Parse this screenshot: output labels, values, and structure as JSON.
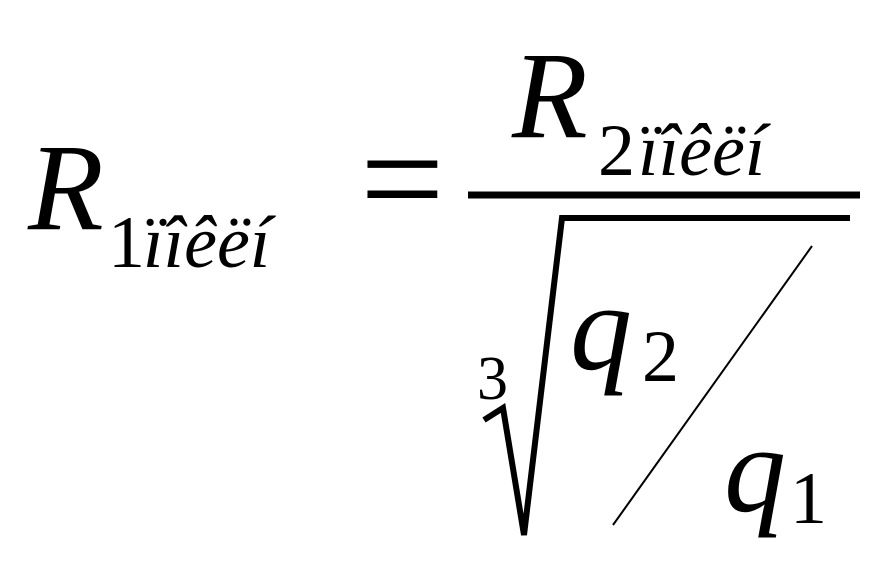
{
  "formula": {
    "lhs": {
      "symbol": "R",
      "subscript_number": "1",
      "subscript_text": "ïîêëí"
    },
    "equals": "=",
    "numerator": {
      "symbol": "R",
      "subscript_number": "2",
      "subscript_text": "ïîêëí"
    },
    "denominator": {
      "root_index": "3",
      "fraction_numerator": "q",
      "fraction_numerator_subscript": "2",
      "fraction_denominator": "q",
      "fraction_denominator_subscript": "1"
    }
  }
}
